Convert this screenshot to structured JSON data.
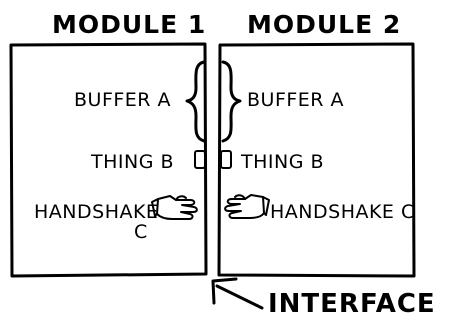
{
  "diagram": {
    "module1": {
      "title": "MODULE 1",
      "buffer_label": "BUFFER A",
      "thing_label": "THING B",
      "handshake_label_line1": "HANDSHAKE",
      "handshake_label_line2": "C"
    },
    "module2": {
      "title": "MODULE 2",
      "buffer_label": "BUFFER A",
      "thing_label": "THING B",
      "handshake_label": "HANDSHAKE C"
    },
    "interface_label": "INTERFACE",
    "icons": [
      "left-brace-icon",
      "right-brace-icon",
      "connector-left-icon",
      "connector-right-icon",
      "left-hand-icon",
      "right-hand-icon",
      "arrow-icon"
    ]
  }
}
